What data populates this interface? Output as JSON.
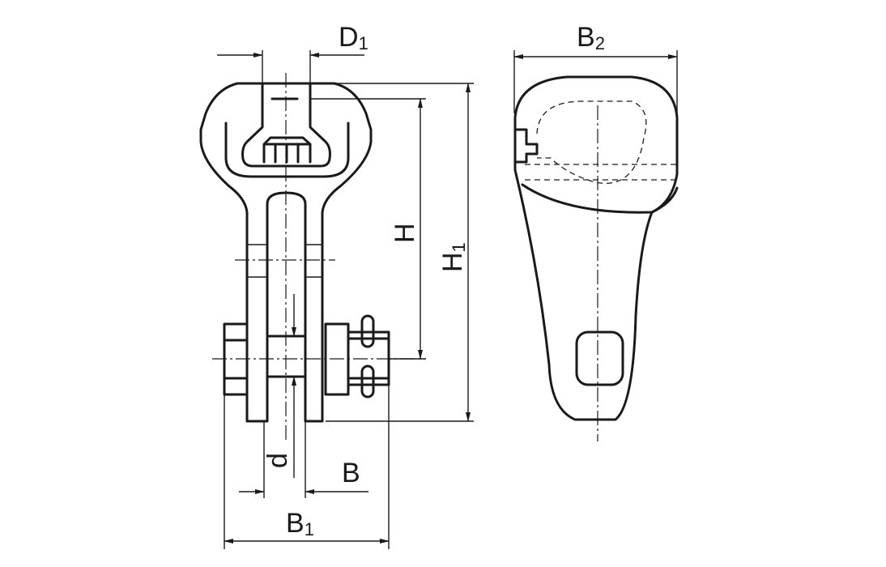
{
  "labels": {
    "D1": {
      "main": "D",
      "sub": "1"
    },
    "B2": {
      "main": "B",
      "sub": "2"
    },
    "H": {
      "main": "H"
    },
    "H1": {
      "main": "H",
      "sub": "1"
    },
    "d": {
      "main": "d"
    },
    "B": {
      "main": "B"
    },
    "B1": {
      "main": "B",
      "sub": "1"
    }
  }
}
